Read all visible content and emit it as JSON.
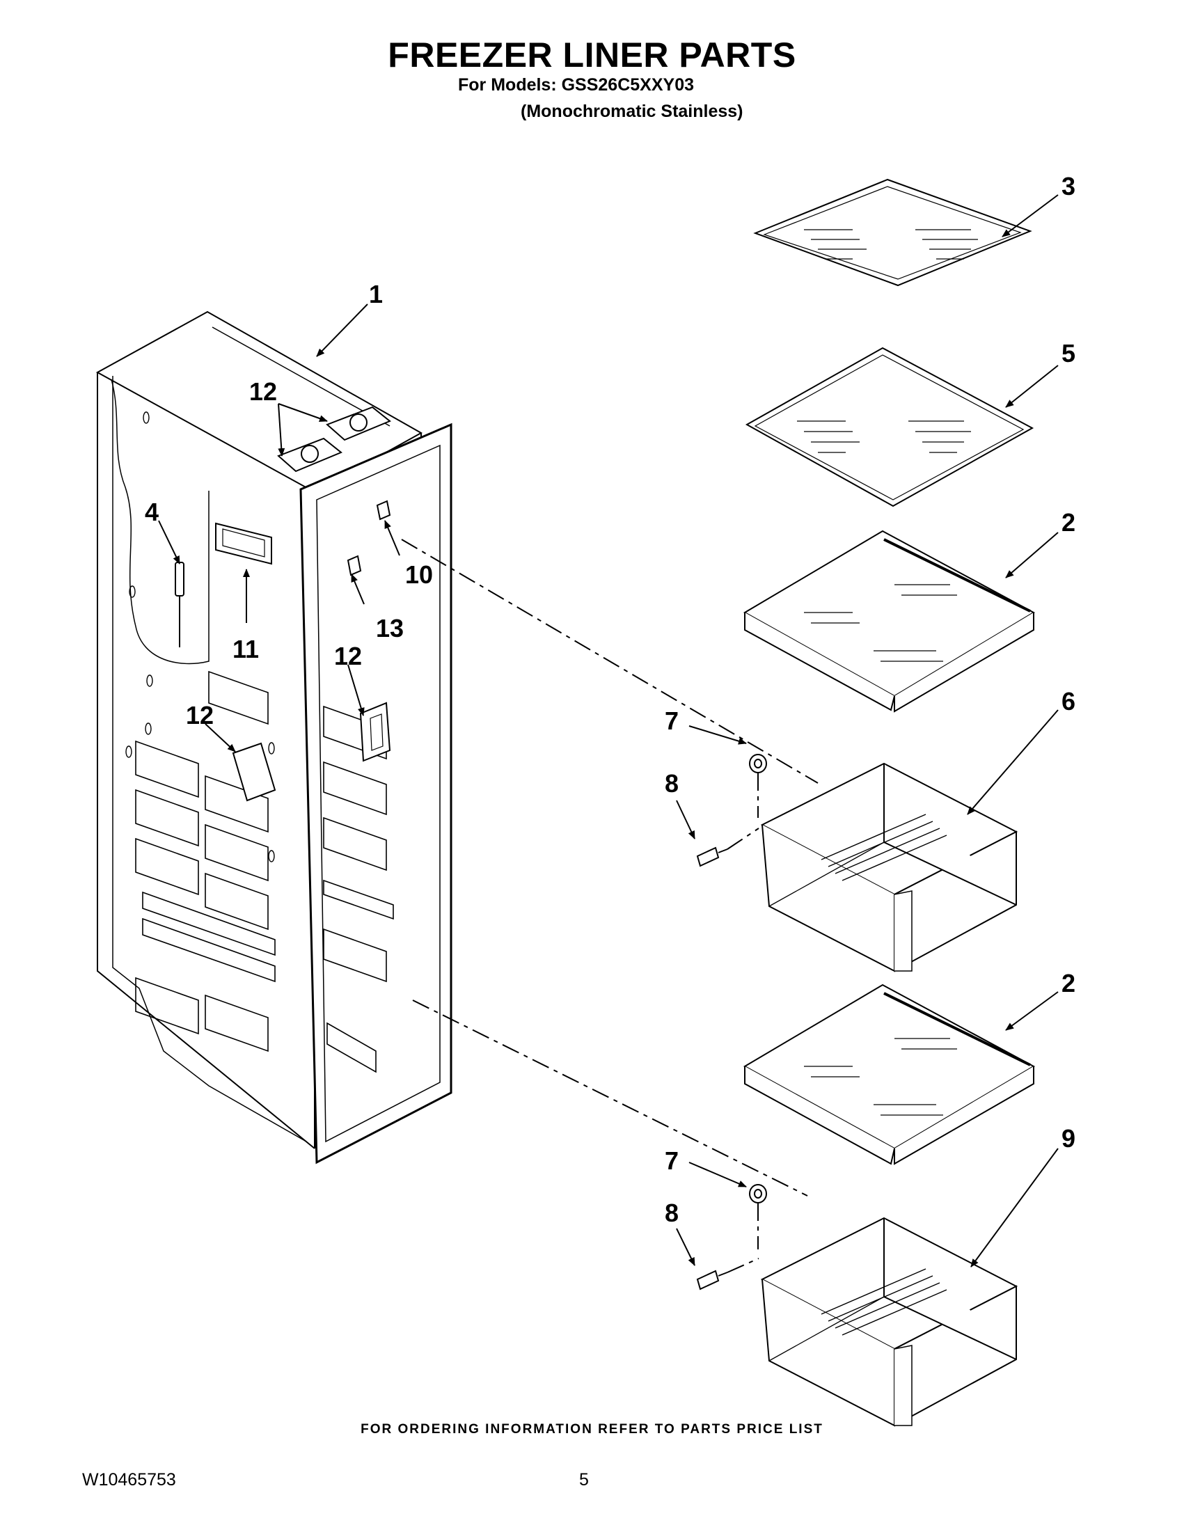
{
  "header": {
    "title": "FREEZER LINER PARTS",
    "models": "For Models: GSS26C5XXY03",
    "variant": "(Monochromatic Stainless)"
  },
  "callouts": {
    "c1": "1",
    "c2a": "2",
    "c2b": "2",
    "c3": "3",
    "c4": "4",
    "c5": "5",
    "c6": "6",
    "c7a": "7",
    "c7b": "7",
    "c8a": "8",
    "c8b": "8",
    "c9": "9",
    "c10": "10",
    "c11": "11",
    "c12a": "12",
    "c12b": "12",
    "c12c": "12",
    "c13": "13"
  },
  "footer": {
    "ordering_note": "FOR ORDERING INFORMATION REFER TO PARTS PRICE LIST",
    "doc_number": "W10465753",
    "page_number": "5"
  }
}
